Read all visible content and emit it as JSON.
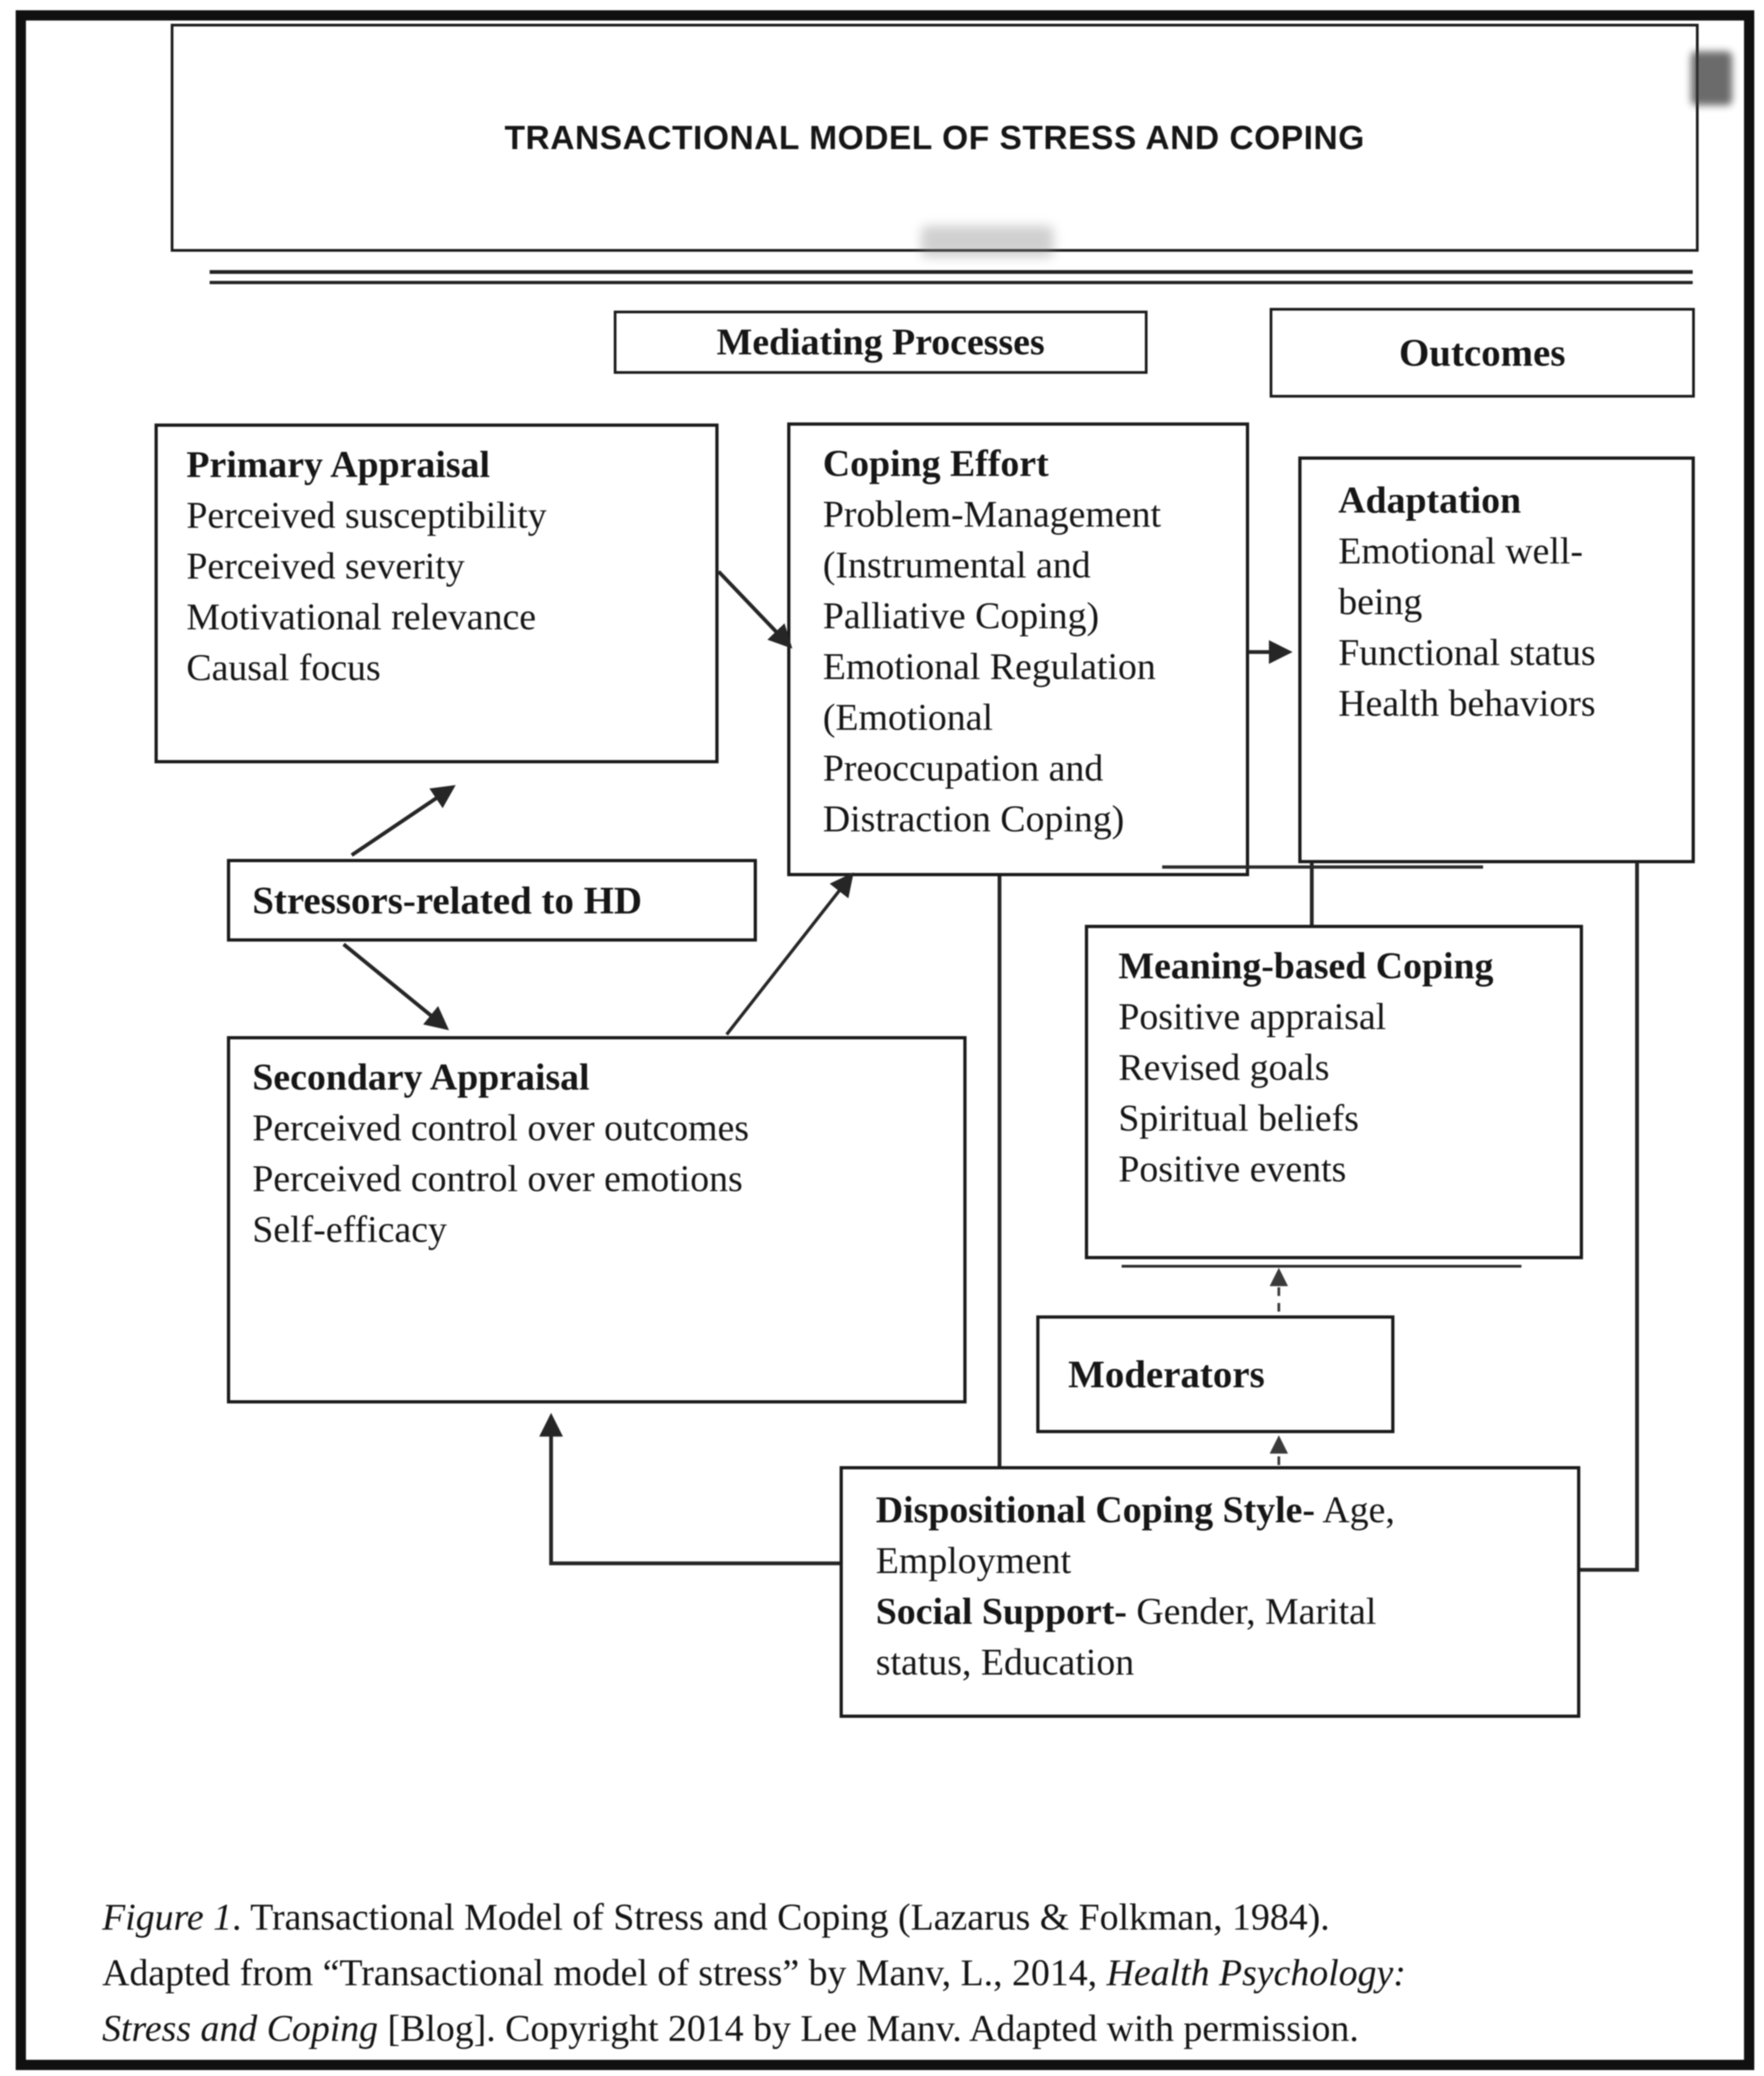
{
  "title": "TRANSACTIONAL MODEL OF STRESS AND COPING",
  "labels": {
    "mediating": "Mediating Processes",
    "outcomes": "Outcomes"
  },
  "boxes": {
    "primary": {
      "title": "Primary Appraisal",
      "lines": [
        "Perceived susceptibility",
        "Perceived severity",
        "Motivational relevance",
        "Causal focus"
      ]
    },
    "coping": {
      "title": "Coping Effort",
      "lines": [
        "Problem-Management",
        "(Instrumental and",
        "Palliative Coping)",
        "Emotional Regulation",
        "(Emotional",
        "Preoccupation and",
        "Distraction Coping)"
      ]
    },
    "adaptation": {
      "title": "Adaptation",
      "lines": [
        "Emotional well-",
        "being",
        "Functional status",
        "Health behaviors"
      ]
    },
    "stressors": {
      "title": "Stressors-related to HD"
    },
    "secondary": {
      "title": "Secondary Appraisal",
      "lines": [
        "Perceived control over outcomes",
        "Perceived control over emotions",
        "Self-efficacy"
      ]
    },
    "meaning": {
      "title": "Meaning-based Coping",
      "lines": [
        "Positive appraisal",
        "Revised goals",
        "Spiritual beliefs",
        "Positive events"
      ]
    },
    "moderators": {
      "title": "Moderators"
    },
    "dispositional": {
      "bold1": "Dispositional Coping Style-",
      "reg1": " Age,",
      "line2": "Employment",
      "bold2": "Social Support-",
      "reg2": " Gender, Marital",
      "line4": "status, Education"
    }
  },
  "caption": {
    "italic1": "Figure 1",
    "text1": ". Transactional Model of Stress and Coping (Lazarus & Folkman, 1984).",
    "text2a": "Adapted from “Transactional model of stress” by Manv, L., 2014, ",
    "italic2": "Health Psychology:",
    "italic3": "Stress and Coping",
    "text3": " [Blog]. Copyright 2014 by Lee Manv. Adapted with permission."
  },
  "colors": {
    "ink": "#1b1b1b",
    "line": "#262626"
  }
}
